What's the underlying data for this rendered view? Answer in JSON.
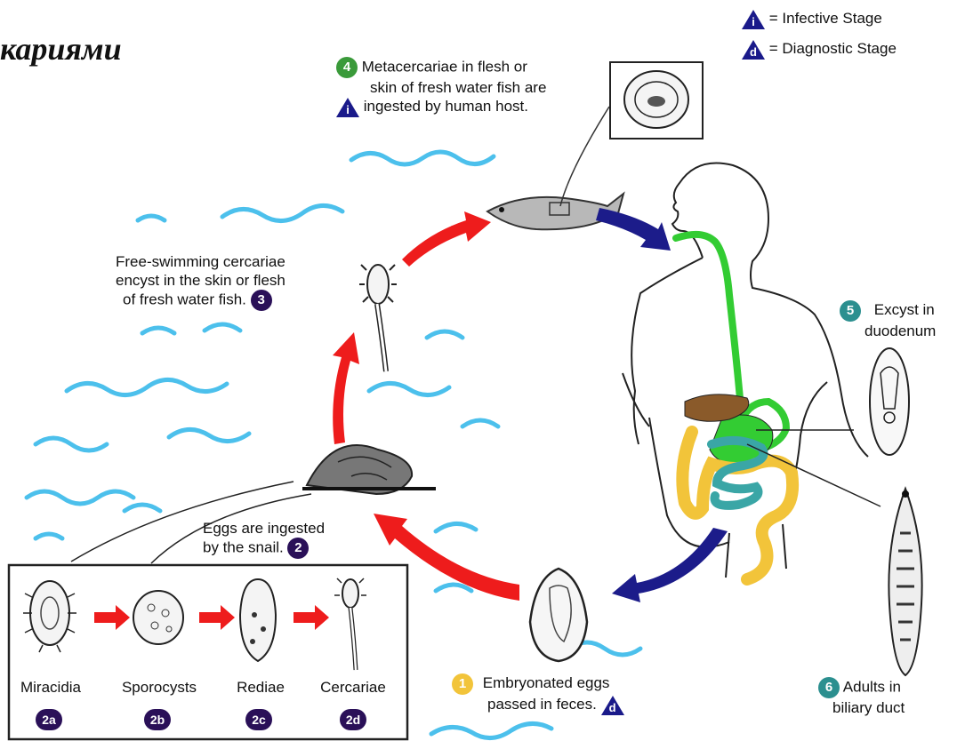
{
  "heading": "кариями",
  "legend": {
    "infective": {
      "symbol": "i",
      "text": "= Infective Stage"
    },
    "diagnostic": {
      "symbol": "d",
      "text": "= Diagnostic Stage"
    }
  },
  "steps": {
    "s1": {
      "badge": "1",
      "lines": [
        "Embryonated eggs",
        "passed in feces."
      ],
      "stage_symbol": "d"
    },
    "s2": {
      "badge": "2",
      "lines": [
        "Eggs are ingested",
        "by the snail."
      ]
    },
    "s3": {
      "badge": "3",
      "lines": [
        "Free-swimming cercariae",
        "encyst in the skin or flesh",
        "of fresh water fish."
      ]
    },
    "s4": {
      "badge": "4",
      "lines": [
        "Metacercariae in flesh or",
        "skin of fresh water fish are",
        "ingested by human host."
      ],
      "stage_symbol": "i"
    },
    "s5": {
      "badge": "5",
      "lines": [
        "Excyst in",
        "duodenum"
      ]
    },
    "s6": {
      "badge": "6",
      "lines": [
        "Adults in",
        "biliary duct"
      ]
    }
  },
  "inset": [
    {
      "label": "Miracidia",
      "badge": "2a"
    },
    {
      "label": "Sporocysts",
      "badge": "2b"
    },
    {
      "label": "Rediae",
      "badge": "2c"
    },
    {
      "label": "Cercariae",
      "badge": "2d"
    }
  ],
  "colors": {
    "arrow_red": "#ee1c1c",
    "arrow_blue": "#1c1c8a",
    "water": "#4cc0ec",
    "gut_green": "#33cc33",
    "intestine_teal": "#3aa6a6",
    "colon_yellow": "#f2c43a",
    "liver_brown": "#8a5a2a",
    "badge_purple": "#2a1058",
    "badge_green": "#3a9a3a",
    "badge_teal": "#2b8f8f",
    "badge_yellow": "#f2c43a",
    "stage_triangle": "#1a1a8a"
  }
}
